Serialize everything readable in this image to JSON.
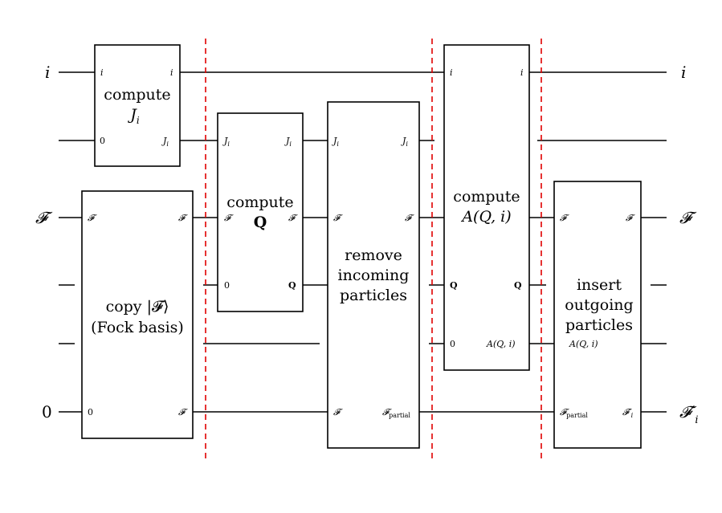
{
  "inputs": {
    "i": "i",
    "F": "𝓕",
    "zero": "0"
  },
  "outputs": {
    "i": "i",
    "F": "𝓕",
    "Fi_prime": "𝓕′",
    "Fi_prime_sub": "i"
  },
  "gates": {
    "compute_J": {
      "line1": "compute",
      "line2": "J",
      "line2_sub": "i",
      "in_i": "i",
      "out_i": "i",
      "in_0": "0",
      "out_J": "J",
      "out_J_sub": "i"
    },
    "copy_F": {
      "line1": "copy |𝓕⟩",
      "line2": "(Fock basis)",
      "in_F": "𝓕",
      "out_F": "𝓕",
      "in_0": "0",
      "out_F2": "𝓕"
    },
    "compute_Q": {
      "line1": "compute",
      "line2": "Q",
      "in_J": "J",
      "in_J_sub": "i",
      "out_J": "J",
      "out_J_sub": "i",
      "in_F": "𝓕",
      "out_F": "𝓕",
      "in_0": "0",
      "out_Q": "Q"
    },
    "remove": {
      "line1": "remove",
      "line2": "incoming",
      "line3": "particles",
      "in_J": "J",
      "in_J_sub": "i",
      "out_J": "J",
      "out_J_sub": "i",
      "in_F": "𝓕",
      "out_F": "𝓕",
      "in_F2": "𝓕",
      "out_Fpartial": "𝓕",
      "out_Fpartial_sub": "partial"
    },
    "compute_A": {
      "line1": "compute",
      "line2": "A(Q, i)",
      "in_i": "i",
      "out_i": "i",
      "in_Q": "Q",
      "out_Q": "Q",
      "in_0": "0",
      "out_A": "A(Q, i)"
    },
    "insert": {
      "line1": "insert",
      "line2": "outgoing",
      "line3": "particles",
      "in_F": "𝓕",
      "out_F": "𝓕",
      "in_A": "A(Q, i)",
      "in_Fpartial": "𝓕",
      "in_Fpartial_sub": "partial",
      "out_Fprime": "𝓕′",
      "out_Fprime_sub": "i"
    }
  },
  "colors": {
    "divider": "#e00000",
    "line": "#000000"
  }
}
